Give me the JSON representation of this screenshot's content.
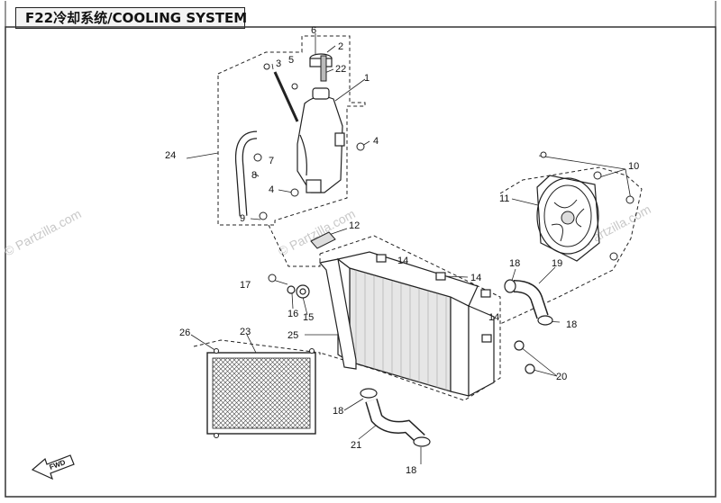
{
  "title": "F22冷却系统/COOLING SYSTEM",
  "watermark": "© Partzilla.com",
  "direction_label": "FWD",
  "callouts": [
    "1",
    "2",
    "3",
    "4",
    "4",
    "5",
    "6",
    "7",
    "8",
    "9",
    "10",
    "11",
    "12",
    "14",
    "14",
    "14",
    "15",
    "16",
    "17",
    "18",
    "18",
    "18",
    "18",
    "19",
    "20",
    "21",
    "22",
    "23",
    "24",
    "25",
    "26"
  ],
  "colors": {
    "line": "#222222",
    "fill": "#ffffff",
    "shade": "#cfcfcf",
    "watermark": "#c8c8c8"
  }
}
